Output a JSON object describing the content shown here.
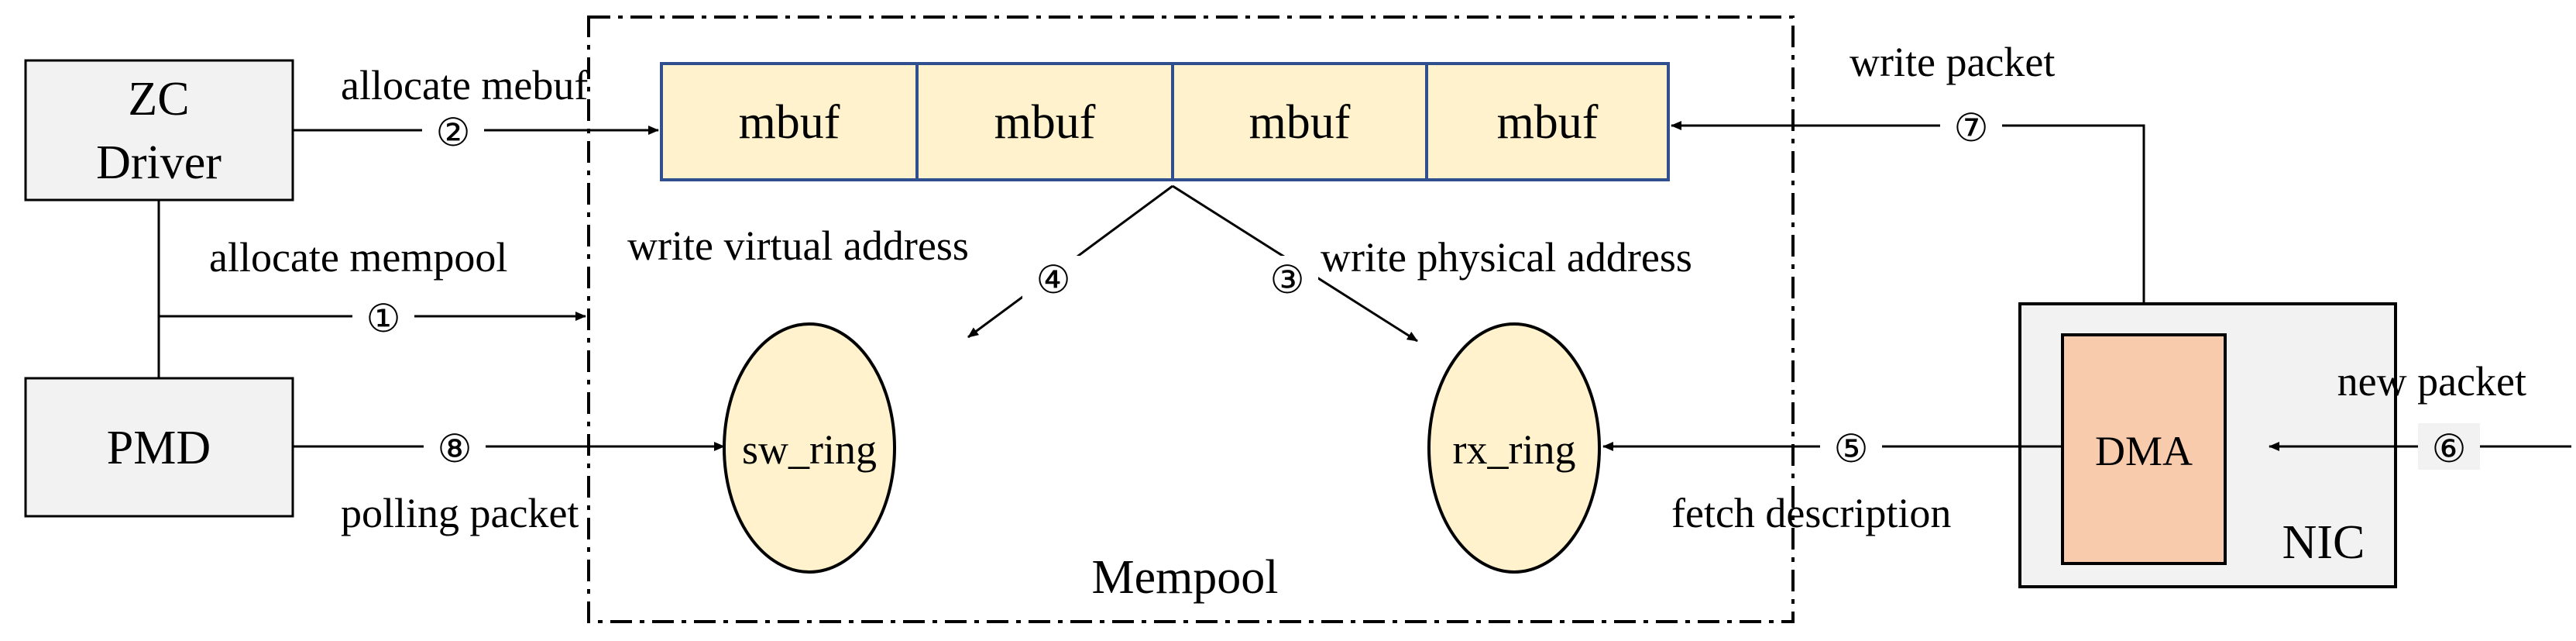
{
  "boxes": {
    "zc_driver": [
      "ZC",
      "Driver"
    ],
    "pmd": "PMD",
    "nic": "NIC",
    "dma": "DMA",
    "mempool": "Mempool"
  },
  "mbufs": [
    "mbuf",
    "mbuf",
    "mbuf",
    "mbuf"
  ],
  "rings": {
    "sw_ring": "sw_ring",
    "rx_ring": "rx_ring"
  },
  "steps": {
    "s1": {
      "num": "①",
      "label": "allocate mempool"
    },
    "s2": {
      "num": "②",
      "label": "allocate mebuf"
    },
    "s3": {
      "num": "③",
      "label": "write physical address"
    },
    "s4": {
      "num": "④",
      "label": "write virtual address"
    },
    "s5": {
      "num": "⑤",
      "label": "fetch description"
    },
    "s6": {
      "num": "⑥",
      "label": "new packet"
    },
    "s7": {
      "num": "⑦",
      "label": "write packet"
    },
    "s8": {
      "num": "⑧",
      "label": "polling packet"
    }
  },
  "colors": {
    "box_gray": "#f2f2f2",
    "mbuf_fill": "#fff2cc",
    "mbuf_border": "#2f4f8f",
    "ring_fill": "#fff2cc",
    "dma_fill": "#f8cbad"
  }
}
